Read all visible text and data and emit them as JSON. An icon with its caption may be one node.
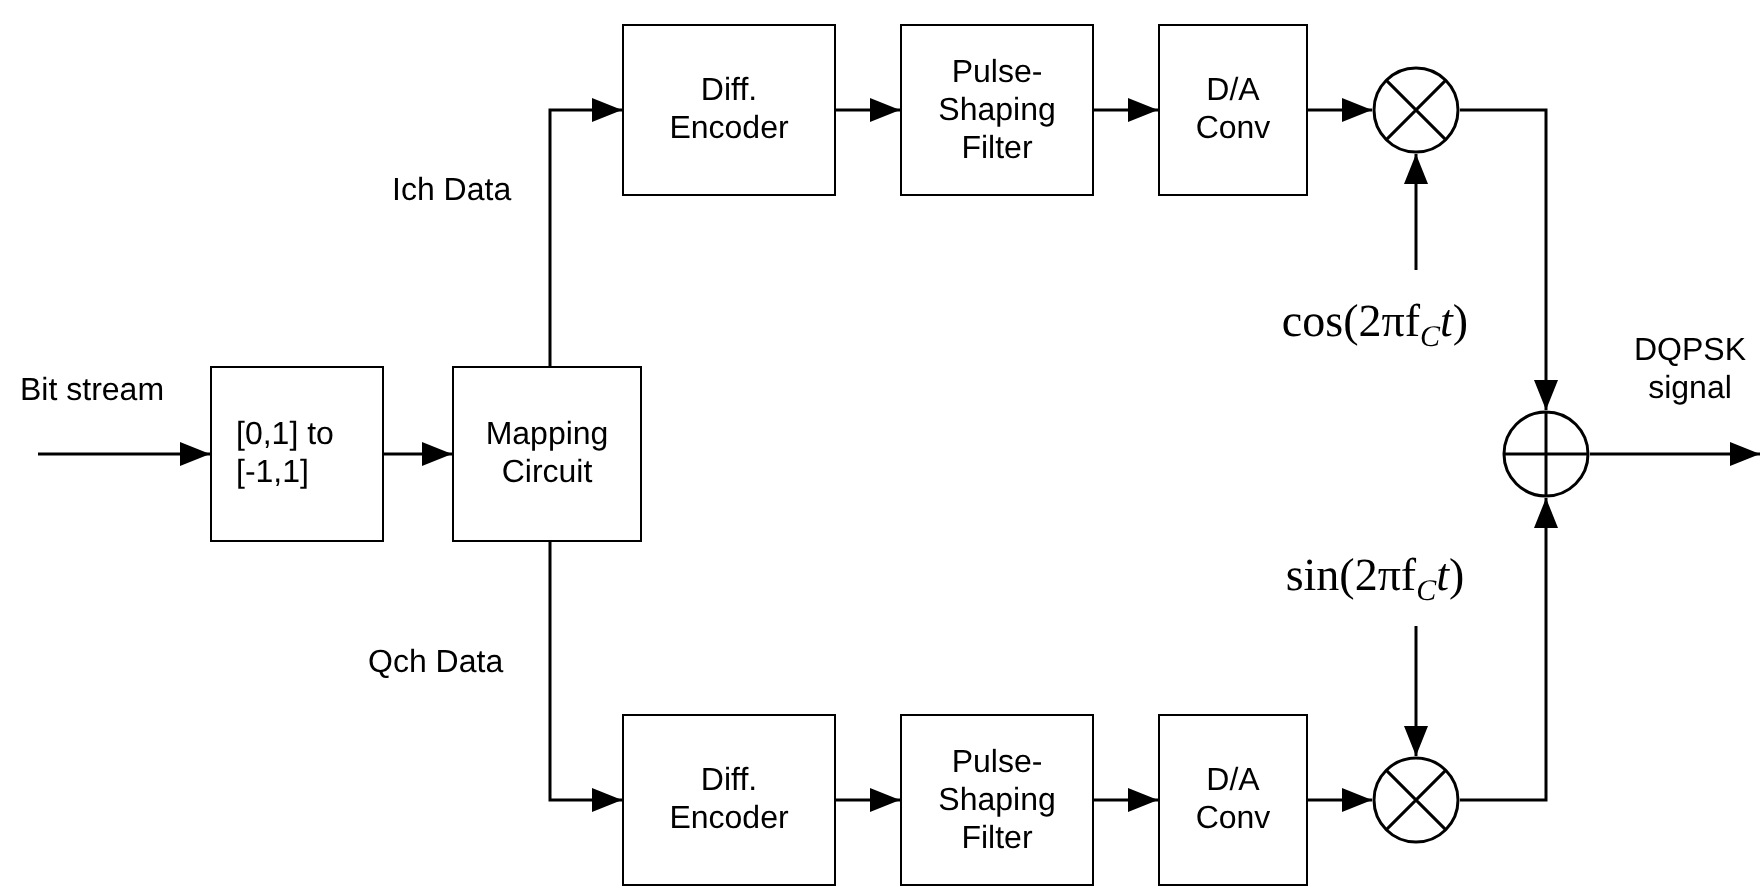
{
  "diagram": {
    "nodes": [
      {
        "text": [
          "[0,1] to [-1,1]"
        ]
      },
      {
        "text": [
          "Mapping Circuit"
        ]
      },
      {
        "text": [
          "Diff. Encoder"
        ]
      },
      {
        "text": [
          "Pulse-Shaping Filter"
        ]
      },
      {
        "text": [
          "D/A Conv"
        ]
      },
      {
        "text": [],
        "shape": "circle"
      },
      {
        "text": [
          "cos(2πf$_{C}$*t*)"
        ]
      },
      {
        "text": [],
        "shape": "circle"
      },
      {
        "text": [
          "sin(2πf$_{C}$*t*)"
        ]
      },
      {
        "text": [
          "Diff. Encoder"
        ]
      },
      {
        "text": [
          "Pulse-Shaping Filter"
        ]
      },
      {
        "text": [
          "D/A Conv"
        ]
      },
      {
        "text": [],
        "shape": "circle"
      }
    ],
    "edges": [
      {
        "from": null,
        "to": 0,
        "arrow": "to",
        "label": "Bit stream"
      },
      {
        "from": 0,
        "to": 1,
        "arrow": "to"
      },
      {
        "from": 1,
        "to": 2,
        "arrow": "to",
        "label": "Ich Data"
      },
      {
        "from": 2,
        "to": 3,
        "arrow": "to"
      },
      {
        "from": 3,
        "to": 4,
        "arrow": "to"
      },
      {
        "from": 4,
        "to": 5,
        "arrow": "to"
      },
      {
        "from": 6,
        "to": 5,
        "arrow": "to"
      },
      {
        "from": 5,
        "to": 7,
        "arrow": "to"
      },
      {
        "from": 7,
        "to": null,
        "arrow": "to",
        "label": "DQPSK signal"
      },
      {
        "from": 1,
        "to": 9,
        "arrow": "to",
        "label": "Qch Data"
      },
      {
        "from": 9,
        "to": 10,
        "arrow": "to"
      },
      {
        "from": 10,
        "to": 11,
        "arrow": "to"
      },
      {
        "from": 11,
        "to": 12,
        "arrow": "to"
      },
      {
        "from": 8,
        "to": 12,
        "arrow": "to"
      },
      {
        "from": 12,
        "to": 7,
        "arrow": "to"
      }
    ]
  }
}
